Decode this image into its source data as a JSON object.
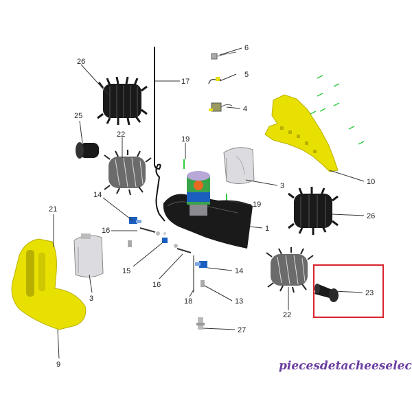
{
  "colors": {
    "yellow": "#e8e000",
    "yellow_dark": "#b8b000",
    "black": "#1a1a1a",
    "grey": "#c8c8cc",
    "green": "#2ecc40",
    "blue": "#1a5fc0",
    "highlight": "#d9232d",
    "watermark": "#6b3fa0"
  },
  "callouts": [
    {
      "id": "26a",
      "text": "26"
    },
    {
      "id": "17",
      "text": "17"
    },
    {
      "id": "6",
      "text": "6"
    },
    {
      "id": "5",
      "text": "5"
    },
    {
      "id": "4",
      "text": "4"
    },
    {
      "id": "25",
      "text": "25"
    },
    {
      "id": "22a",
      "text": "22"
    },
    {
      "id": "19a",
      "text": "19"
    },
    {
      "id": "3a",
      "text": "3"
    },
    {
      "id": "10",
      "text": "10"
    },
    {
      "id": "19b",
      "text": "19"
    },
    {
      "id": "14a",
      "text": "14"
    },
    {
      "id": "26b",
      "text": "26"
    },
    {
      "id": "21",
      "text": "21"
    },
    {
      "id": "16a",
      "text": "16"
    },
    {
      "id": "1",
      "text": "1"
    },
    {
      "id": "15",
      "text": "15"
    },
    {
      "id": "16b",
      "text": "16"
    },
    {
      "id": "14b",
      "text": "14"
    },
    {
      "id": "3b",
      "text": "3"
    },
    {
      "id": "18",
      "text": "18"
    },
    {
      "id": "13",
      "text": "13"
    },
    {
      "id": "22b",
      "text": "22"
    },
    {
      "id": "23",
      "text": "23"
    },
    {
      "id": "27",
      "text": "27"
    },
    {
      "id": "9",
      "text": "9"
    }
  ],
  "highlighted_part": "23",
  "watermark": "piecesdetacheeselec.com"
}
